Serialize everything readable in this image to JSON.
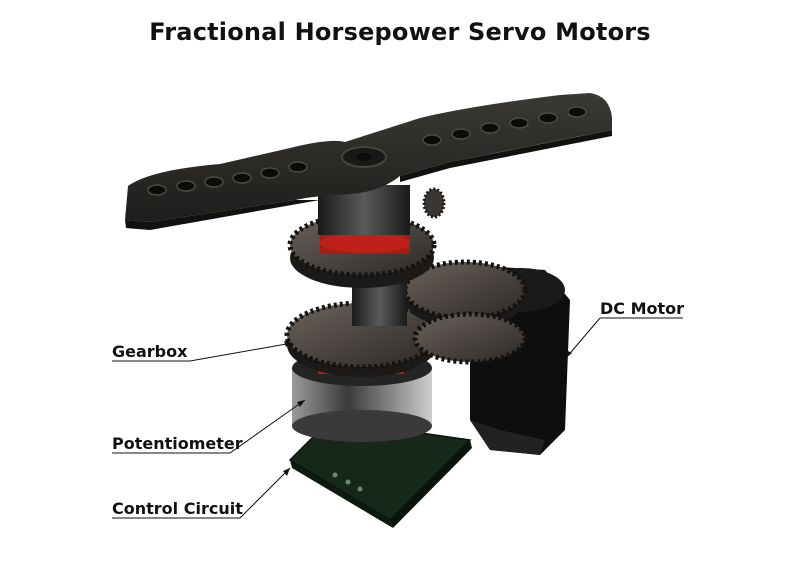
{
  "title": "Fractional Horsepower Servo Motors",
  "labels": {
    "gearbox": "Gearbox",
    "potentiometer": "Potentiometer",
    "control_circuit": "Control Circuit",
    "dc_motor": "DC Motor"
  },
  "colors": {
    "horn": "#2b2a28",
    "gear": "#4a4440",
    "motor": "#0d0d0d",
    "pcb": "#18301e",
    "accent_red": "#c0201a",
    "leader": "#111111"
  }
}
